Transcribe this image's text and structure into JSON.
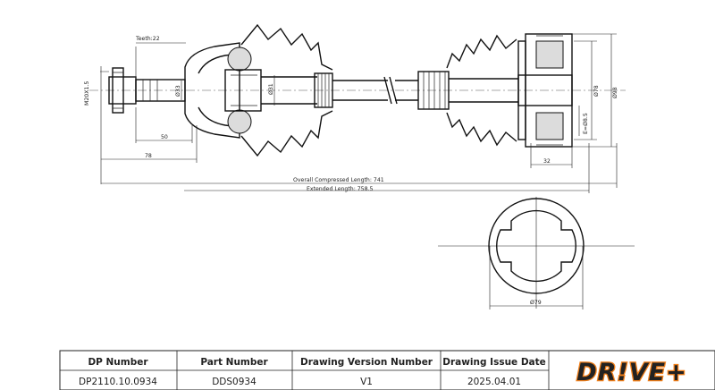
{
  "dimensions": {
    "teeth": "Teeth:22",
    "thread": "M20X1.5",
    "d33": "Ø33",
    "d31": "Ø31",
    "d78": "Ø78",
    "d98": "Ø98",
    "d85": "E=Ø8.5",
    "len50": "50",
    "len78": "78",
    "len32": "32",
    "overall": "Overall Compressed Length: 741",
    "extended": "Extended Length: 758.5",
    "d79": "Ø79"
  },
  "title_block": {
    "headers": [
      "DP Number",
      "Part Number",
      "Drawing Version Number",
      "Drawing Issue Date"
    ],
    "values": [
      "DP2110.10.0934",
      "DDS0934",
      "V1",
      "2025.04.01"
    ]
  },
  "logo": {
    "text": "DR!VE+",
    "color": "#f07f1a"
  }
}
